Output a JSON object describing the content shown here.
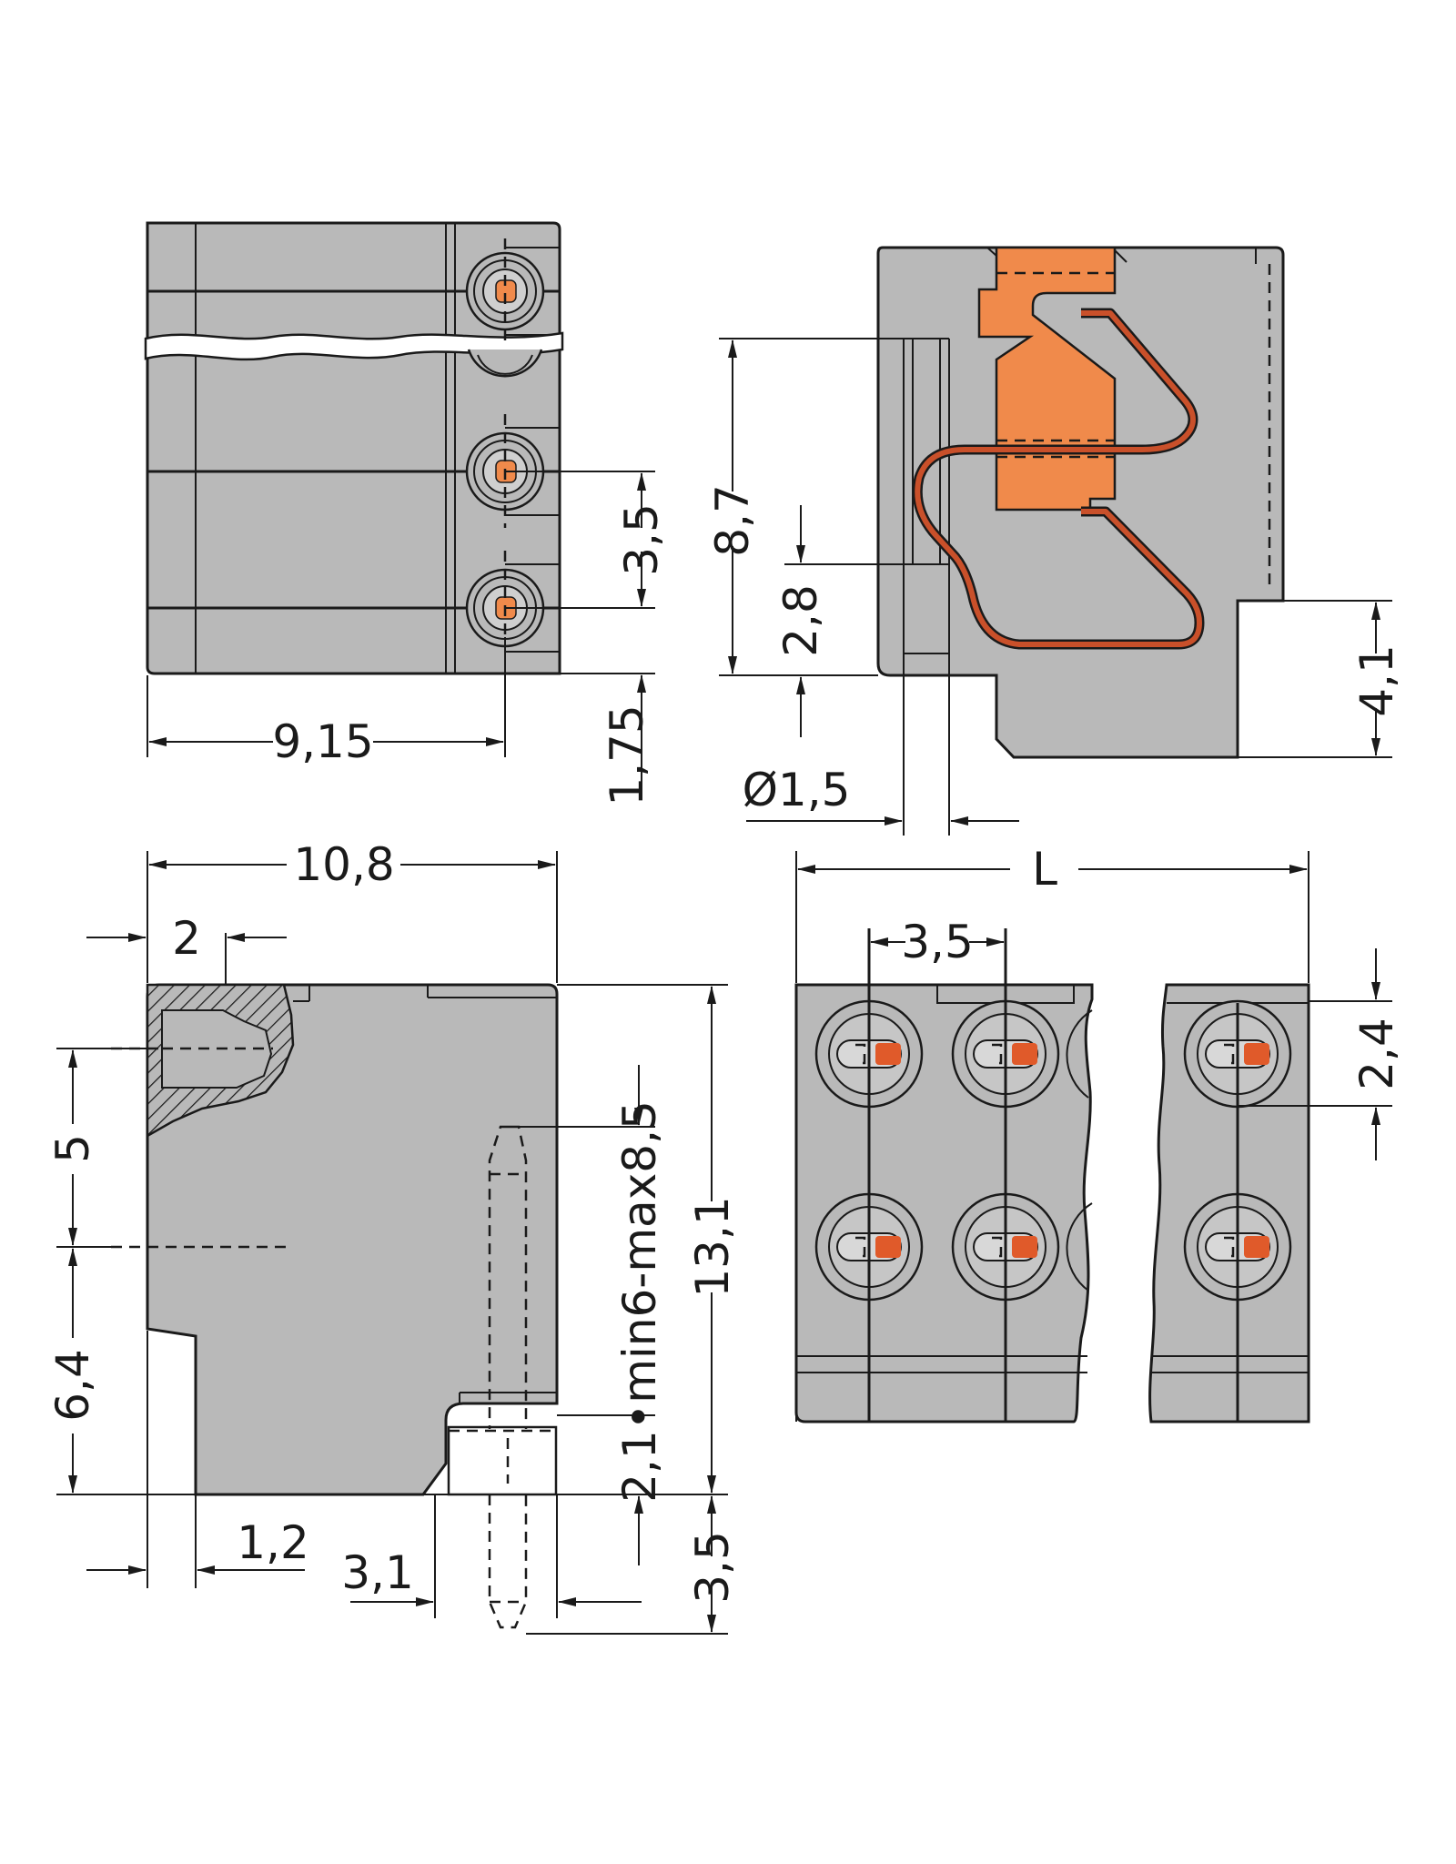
{
  "colors": {
    "housing": "#b9b9b9",
    "clamp": "#f08a4b",
    "spring": "#c9502a",
    "line": "#1a1a1a",
    "background": "#ffffff"
  },
  "dimensions": {
    "top_left_pitch": "3,5",
    "top_left_width": "9,15",
    "top_left_offset": "1,75",
    "top_right_height": "8,7",
    "top_right_pin": "2,8",
    "top_right_foot": "4,1",
    "top_right_diameter": "Ø1,5",
    "bottom_left_width": "10,8",
    "bottom_left_2": "2",
    "bottom_left_5": "5",
    "bottom_left_64": "6,4",
    "bottom_left_12": "1,2",
    "bottom_left_31": "3,1",
    "bottom_left_131": "13,1",
    "bottom_left_35": "3,5",
    "bottom_left_pin_range": "2,1•min6-max8,5",
    "bottom_right_L": "L",
    "bottom_right_pitch": "3,5",
    "bottom_right_24": "2,4"
  }
}
